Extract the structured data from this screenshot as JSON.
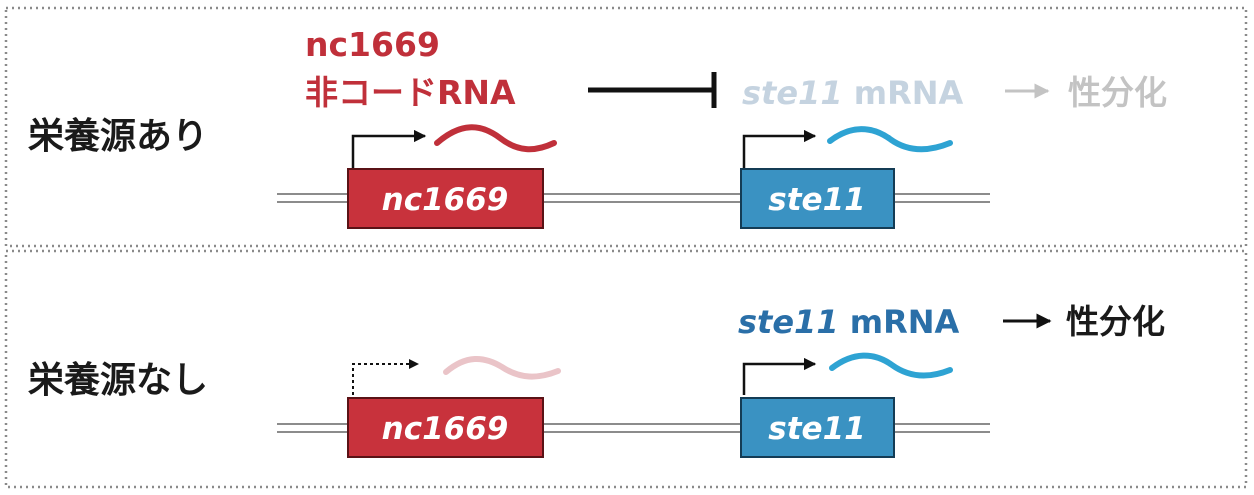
{
  "colors": {
    "nc_box": "#c8323c",
    "ste_box": "#3a92c2",
    "nc_rna": "#c0303a",
    "nc_rna_faint": "#eac4c8",
    "ste_rna": "#2ea3d3",
    "mrna_text_on": "#2a6fa8",
    "mrna_text_off": "#c5d3e0",
    "sexdiff_on": "#1a1a1a",
    "sexdiff_off": "#c3c3c3",
    "dna_line": "#8c8c8c",
    "border": "#8a8a8a"
  },
  "panels": [
    {
      "condition": "栄養源あり",
      "nc_label_line1": "nc1669",
      "nc_label_line2": "非コードRNA",
      "mrna_gene": "ste11",
      "mrna_suffix": " mRNA",
      "arrow": "→",
      "sexdiff": "性分化",
      "gene_nc": "nc1669",
      "gene_ste": "ste11",
      "promoter_nc": "solid",
      "inhibition": true
    },
    {
      "condition": "栄養源なし",
      "mrna_gene": "ste11",
      "mrna_suffix": " mRNA",
      "arrow": "→",
      "sexdiff": "性分化",
      "gene_nc": "nc1669",
      "gene_ste": "ste11",
      "promoter_nc": "dashed",
      "inhibition": false
    }
  ]
}
